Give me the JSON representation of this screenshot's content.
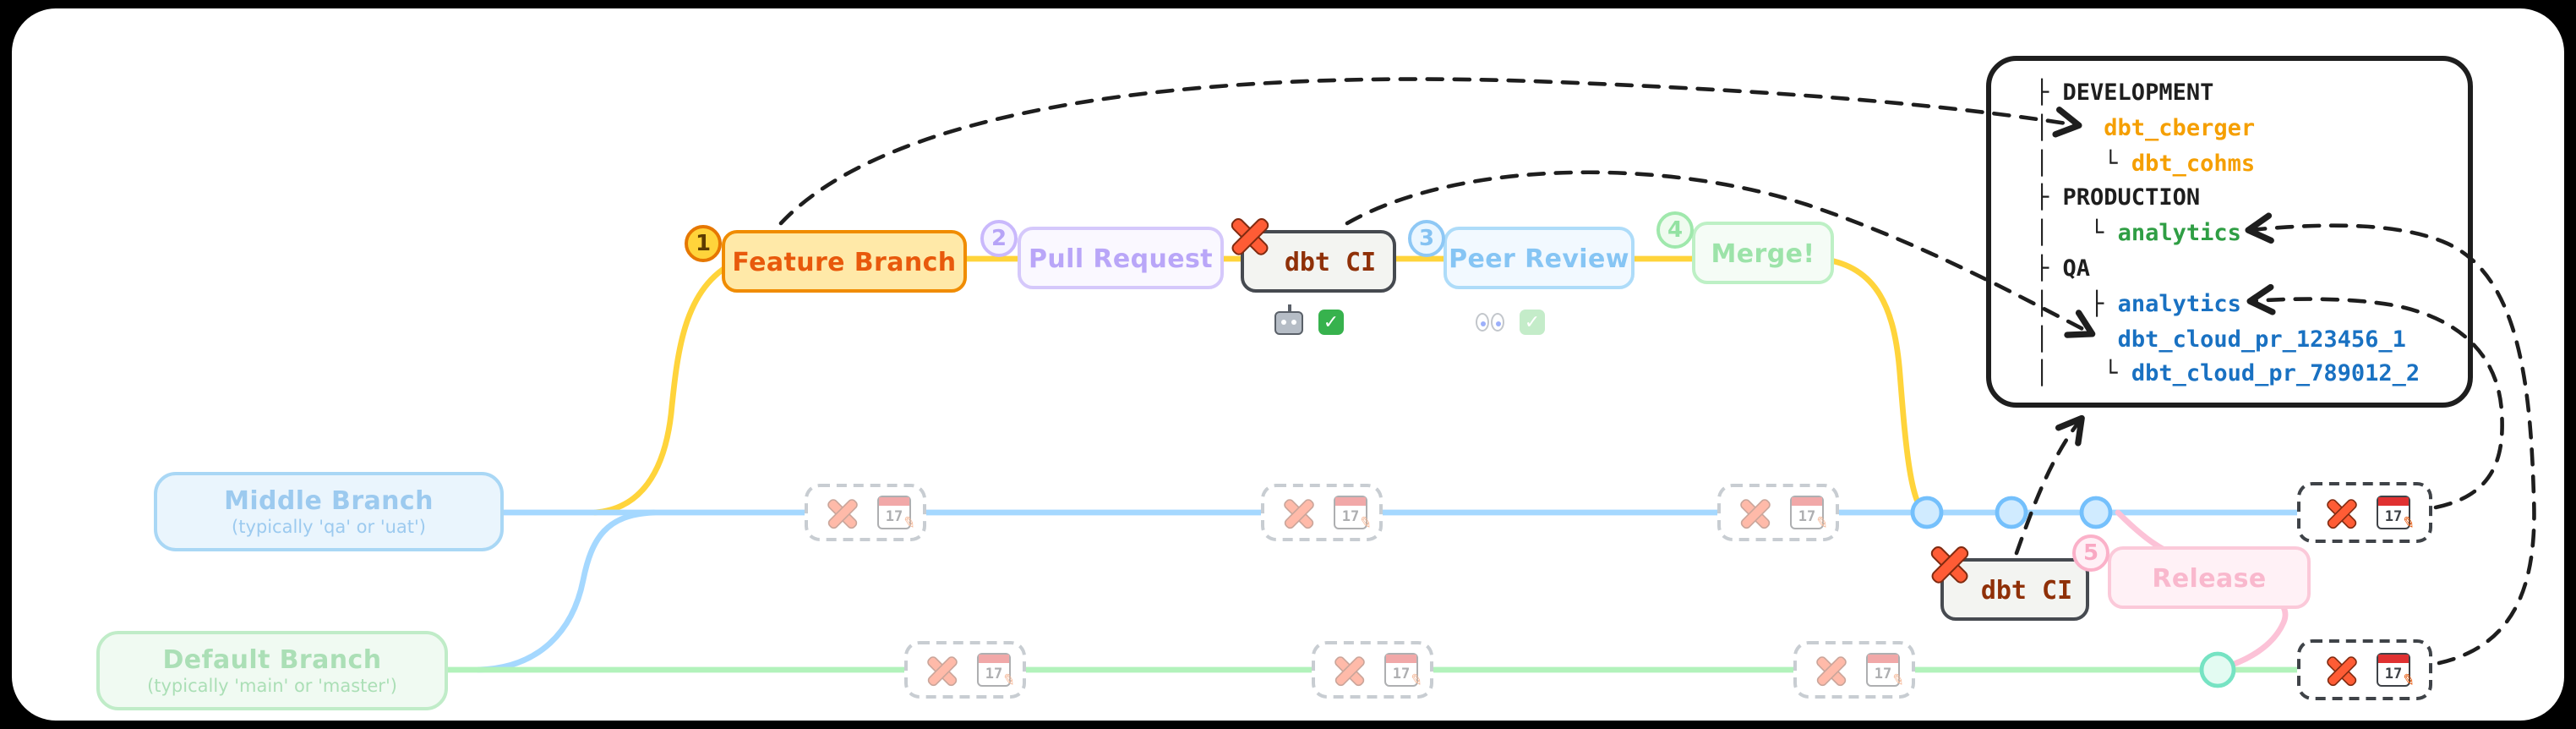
{
  "workflow": {
    "step1": {
      "number": "1",
      "label": "Feature Branch"
    },
    "step2": {
      "number": "2",
      "label": "Pull Request"
    },
    "step3": {
      "number": "3",
      "label": "Peer Review"
    },
    "step4": {
      "number": "4",
      "label": "Merge!"
    },
    "step5": {
      "number": "5",
      "label": "Release"
    },
    "ci_label": "dbt CI"
  },
  "branches": {
    "middle": {
      "name": "Middle Branch",
      "subtitle": "(typically 'qa' or 'uat')"
    },
    "default_branch": {
      "name": "Default Branch",
      "subtitle": "(typically 'main' or 'master')"
    }
  },
  "env_tree": {
    "lines": [
      {
        "prefix": "├ ",
        "label": "DEVELOPMENT",
        "group": "header"
      },
      {
        "prefix": "│    ",
        "label": "dbt_cberger",
        "group": "development"
      },
      {
        "prefix": "│    └ ",
        "label": "dbt_cohms",
        "group": "development"
      },
      {
        "prefix": "├ ",
        "label": "PRODUCTION",
        "group": "header"
      },
      {
        "prefix": "│   └ ",
        "label": "analytics",
        "group": "production"
      },
      {
        "prefix": "├ ",
        "label": "QA",
        "group": "header"
      },
      {
        "prefix": "│   ├ ",
        "label": "analytics",
        "group": "qa"
      },
      {
        "prefix": "│     ",
        "label": "dbt_cloud_pr_123456_1",
        "group": "qa"
      },
      {
        "prefix": "│    └ ",
        "label": "dbt_cloud_pr_789012_2",
        "group": "qa"
      }
    ]
  },
  "icons": {
    "calendar": {
      "day": "17"
    },
    "check_mark": "✓",
    "pencil": "✎",
    "dbt_logo": "orange-x-star",
    "robot": "ci-bot",
    "eyes": "peer-review-eyes"
  },
  "colors": {
    "feature_accent": "#f08c00",
    "feature_branch_line": "#ffd43b",
    "middle_branch_line": "#a5d8ff",
    "default_branch_line": "#b2f2bb",
    "release_line": "#fcc2d7",
    "dbt_orange": "#ff5c35",
    "development_schema": "#f59f00",
    "production_schema": "#2f9e44",
    "qa_schema": "#1971c2"
  }
}
